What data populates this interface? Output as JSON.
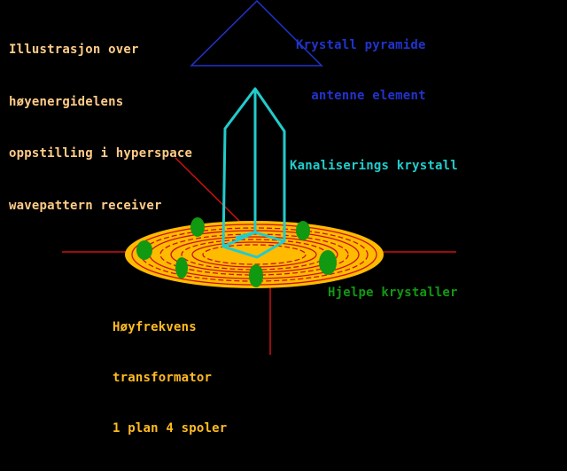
{
  "title_lines": [
    "Illustrasjon over",
    "høyenergidelens",
    "oppstilling i hyperspace",
    "wavepattern receiver"
  ],
  "labels": {
    "pyramid": [
      "Krystall pyramide",
      "antenne element"
    ],
    "channeling_crystal": "Kanaliserings krystall",
    "transformer": [
      "Høyfrekvens",
      "transformator",
      "1 plan 4 spoler"
    ],
    "helper_crystals": "Hjelpe krystaller"
  },
  "colors": {
    "background": "#000000",
    "title_text": "#ffcc88",
    "pyramid": "#2233cc",
    "channeling_crystal": "#22cccc",
    "transformer_text": "#ffbb22",
    "helper_crystals": "#119911",
    "axes": "#cc1111",
    "disc_fill": "#ffbb00",
    "disc_rings": "#cc1111"
  },
  "icons": {
    "pyramid": "pyramid-icon",
    "crystal": "crystal-icon",
    "disc": "transformer-disc-icon",
    "helper": "helper-crystal-icon"
  }
}
